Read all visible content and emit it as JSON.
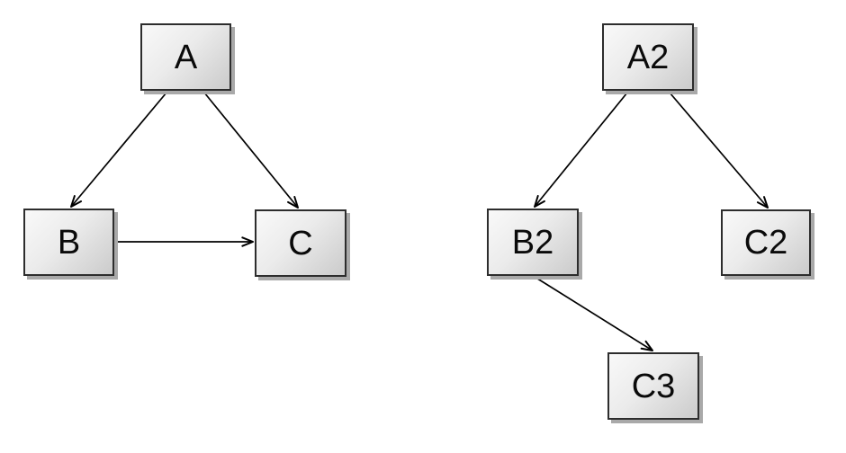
{
  "diagram": {
    "background_color": "#ffffff",
    "node_style": {
      "border_color": "#2d2d2d",
      "fill_top": "#f9f9f9",
      "fill_bottom": "#cbcbcb",
      "shadow_color": "#a9a9a9",
      "text_color": "#0a0a0a"
    },
    "edge_style": {
      "color": "#000000",
      "arrowhead": "open-v"
    },
    "left_graph": {
      "nodes": [
        {
          "id": "A",
          "label": "A"
        },
        {
          "id": "B",
          "label": "B"
        },
        {
          "id": "C",
          "label": "C"
        }
      ],
      "edges": [
        {
          "from": "A",
          "to": "B"
        },
        {
          "from": "A",
          "to": "C"
        },
        {
          "from": "B",
          "to": "C"
        }
      ]
    },
    "right_graph": {
      "nodes": [
        {
          "id": "A2",
          "label": "A2"
        },
        {
          "id": "B2",
          "label": "B2"
        },
        {
          "id": "C2",
          "label": "C2"
        },
        {
          "id": "C3",
          "label": "C3"
        }
      ],
      "edges": [
        {
          "from": "A2",
          "to": "B2"
        },
        {
          "from": "A2",
          "to": "C2"
        },
        {
          "from": "B2",
          "to": "C3"
        }
      ]
    }
  }
}
